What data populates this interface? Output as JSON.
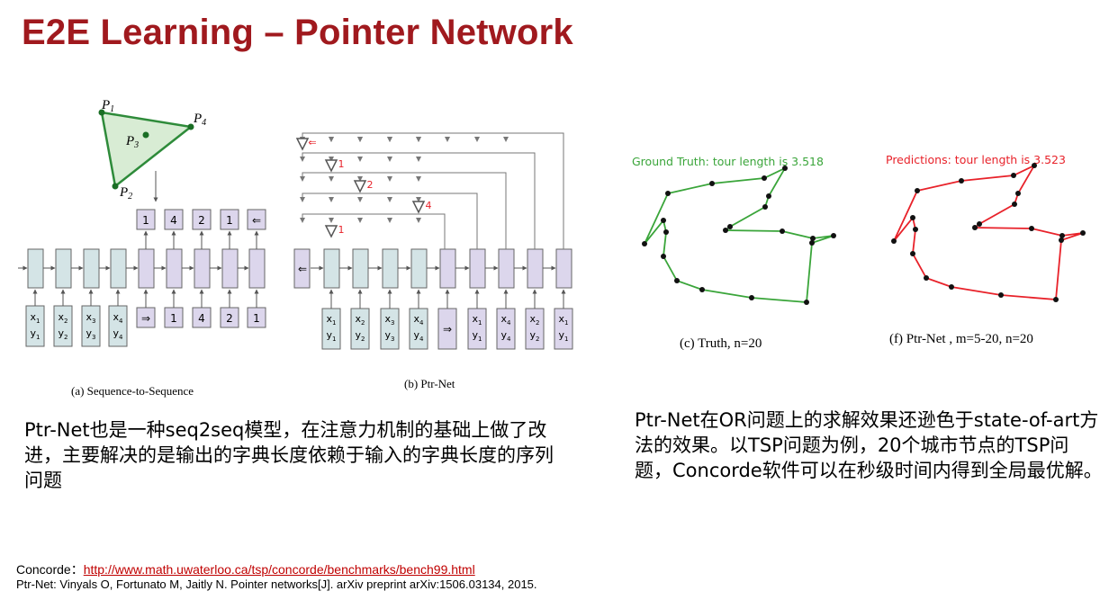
{
  "slide": {
    "title": "E2E Learning – Pointer Network"
  },
  "figure_left": {
    "points": [
      "P1",
      "P2",
      "P3",
      "P4"
    ],
    "seq2seq": {
      "caption": "(a) Sequence-to-Sequence",
      "encoder_inputs": [
        [
          "x1",
          "y1"
        ],
        [
          "x2",
          "y2"
        ],
        [
          "x3",
          "y3"
        ],
        [
          "x4",
          "y4"
        ]
      ],
      "decoder_inputs": [
        "⇒",
        "1",
        "4",
        "2",
        "1"
      ],
      "decoder_outputs": [
        "1",
        "4",
        "2",
        "1",
        "⇐"
      ]
    },
    "ptrnet": {
      "caption": "(b) Ptr-Net",
      "start_symbol": "⇐",
      "encoder_inputs": [
        [
          "x1",
          "y1"
        ],
        [
          "x2",
          "y2"
        ],
        [
          "x3",
          "y3"
        ],
        [
          "x4",
          "y4"
        ]
      ],
      "go_symbol": "⇒",
      "decoder_inputs": [
        [
          "x1",
          "y1"
        ],
        [
          "x4",
          "y4"
        ],
        [
          "x2",
          "y2"
        ],
        [
          "x1",
          "y1"
        ]
      ],
      "pointer_labels": [
        "⇐",
        "1",
        "2",
        "4",
        "1"
      ]
    }
  },
  "figure_right": {
    "truth": {
      "header": "Ground Truth: tour length is 3.518",
      "caption": "(c) Truth, n=20",
      "color": "#3aa53a"
    },
    "prediction": {
      "header": "Predictions: tour length is 3.523",
      "caption": "(f) Ptr-Net , m=5-20, n=20",
      "color": "#e8222a"
    }
  },
  "text": {
    "left": "Ptr-Net也是一种seq2seq模型，在注意力机制的基础上做了改进，主要解决的是输出的字典长度依赖于输入的字典长度的序列问题",
    "right": "Ptr-Net在OR问题上的求解效果还逊色于state-of-art方法的效果。以TSP问题为例，20个城市节点的TSP问题，Concorde软件可以在秒级时间内得到全局最优解。"
  },
  "references": {
    "concorde_label": "Concorde：",
    "concorde_url": "http://www.math.uwaterloo.ca/tsp/concorde/benchmarks/bench99.html",
    "ptrnet_ref": "Ptr-Net: Vinyals O, Fortunato M, Jaitly N. Pointer networks[J]. arXiv preprint arXiv:1506.03134, 2015."
  }
}
